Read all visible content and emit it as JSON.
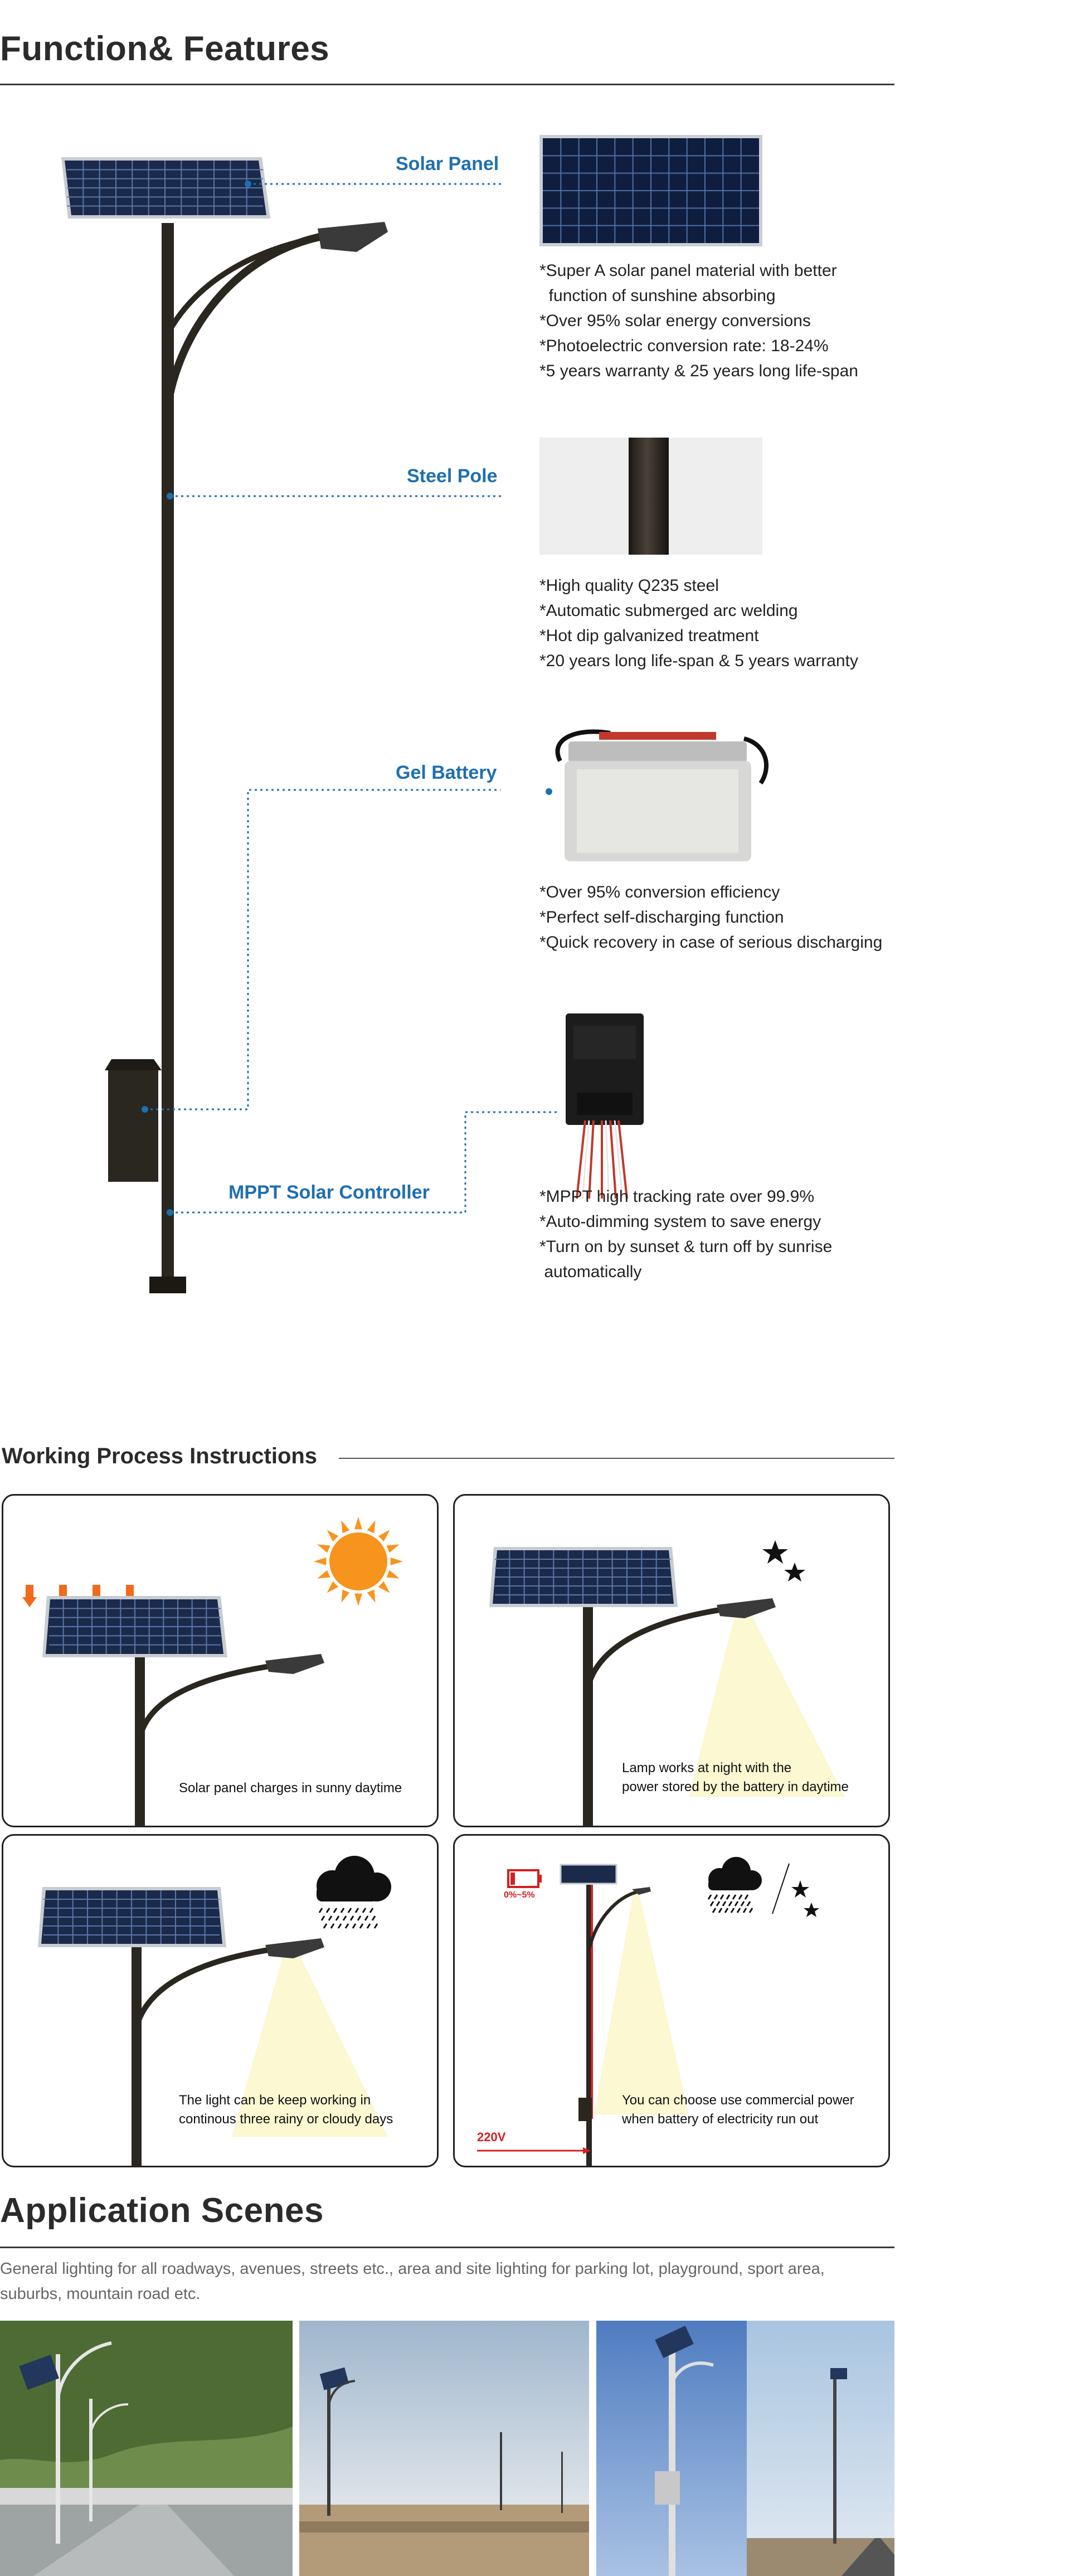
{
  "features": {
    "title": "Function& Features",
    "solar_panel": {
      "label": "Solar Panel",
      "lines": [
        "*Super A solar panel material with better",
        "  function of sunshine absorbing",
        "*Over 95% solar energy conversions",
        "*Photoelectric conversion rate: 18-24%",
        "*5 years warranty & 25 years long life-span"
      ]
    },
    "steel_pole": {
      "label": "Steel Pole",
      "lines": [
        "*High quality Q235 steel",
        "*Automatic submerged arc welding",
        "*Hot dip galvanized treatment",
        "*20 years long life-span & 5 years warranty"
      ]
    },
    "gel_battery": {
      "label": "Gel Battery",
      "lines": [
        "*Over 95% conversion efficiency",
        "*Perfect self-discharging function",
        "*Quick recovery in case of serious discharging"
      ]
    },
    "controller": {
      "label": "MPPT Solar Controller",
      "lines": [
        "*MPPT high tracking rate over 99.9%",
        "*Auto-dimming system to save energy",
        "*Turn on by sunset & turn off by sunrise",
        " automatically"
      ]
    }
  },
  "process": {
    "title": "Working Process Instructions",
    "panels": [
      {
        "caption": "Solar panel charges in sunny daytime"
      },
      {
        "caption_lines": [
          "Lamp works at night with the",
          "power stored by the battery in daytime"
        ]
      },
      {
        "caption_lines": [
          "The light can be keep working in",
          "continous three rainy or cloudy days"
        ]
      },
      {
        "caption_lines": [
          "You can choose use commercial power",
          "when battery of electricity run out"
        ],
        "battery_label": "0%~5%",
        "power_label": "220V"
      }
    ]
  },
  "application": {
    "title": "Application Scenes",
    "description_lines": [
      "General lighting for all roadways, avenues, streets etc., area and site lighting for parking lot, playground, sport area,",
      "suburbs, mountain road etc."
    ]
  },
  "colors": {
    "accent_blue": "#1f6fb0",
    "pole": "#2a2620",
    "panel_blue": "#1b2a4a",
    "sun": "#f7941d",
    "light_beam": "#fbf8d2",
    "warning_red": "#d32020"
  }
}
